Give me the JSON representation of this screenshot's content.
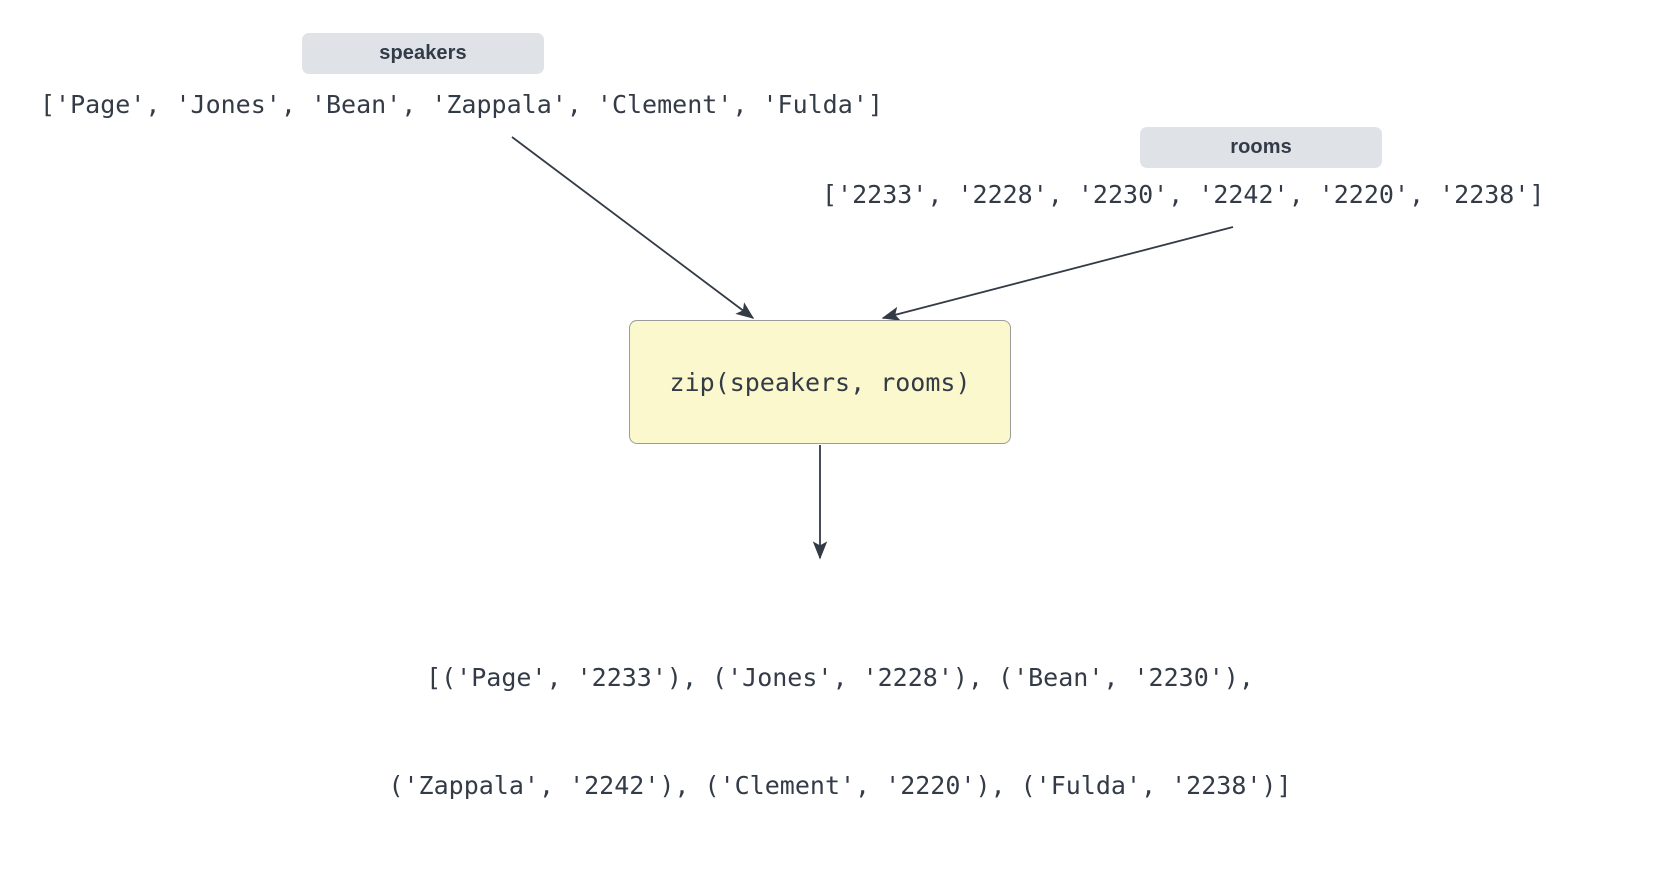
{
  "diagram": {
    "title": "zip(speakers, rooms) dataflow diagram",
    "colors": {
      "pill_background": "#dfe3e8",
      "box_fill": "#faf8cc",
      "box_border": "#9c9c9c",
      "text": "#333b47",
      "arrow": "#333b47",
      "page_background": "#ffffff"
    },
    "inputs": [
      {
        "label": "speakers",
        "value": "['Page', 'Jones', 'Bean', 'Zappala', 'Clement', 'Fulda']"
      },
      {
        "label": "rooms",
        "value": "['2233', '2228', '2230', '2242', '2220', '2238']"
      }
    ],
    "process": {
      "expression": "zip(speakers, rooms)"
    },
    "output": {
      "line1": "[('Page', '2233'), ('Jones', '2228'), ('Bean', '2230'),",
      "line2": "('Zappala', '2242'), ('Clement', '2220'), ('Fulda', '2238')]"
    },
    "arrows": [
      {
        "name": "speakers-to-zip",
        "from": "speakers-list",
        "to": "zip-box"
      },
      {
        "name": "rooms-to-zip",
        "from": "rooms-list",
        "to": "zip-box"
      },
      {
        "name": "zip-to-output",
        "from": "zip-box",
        "to": "output-list"
      }
    ]
  }
}
